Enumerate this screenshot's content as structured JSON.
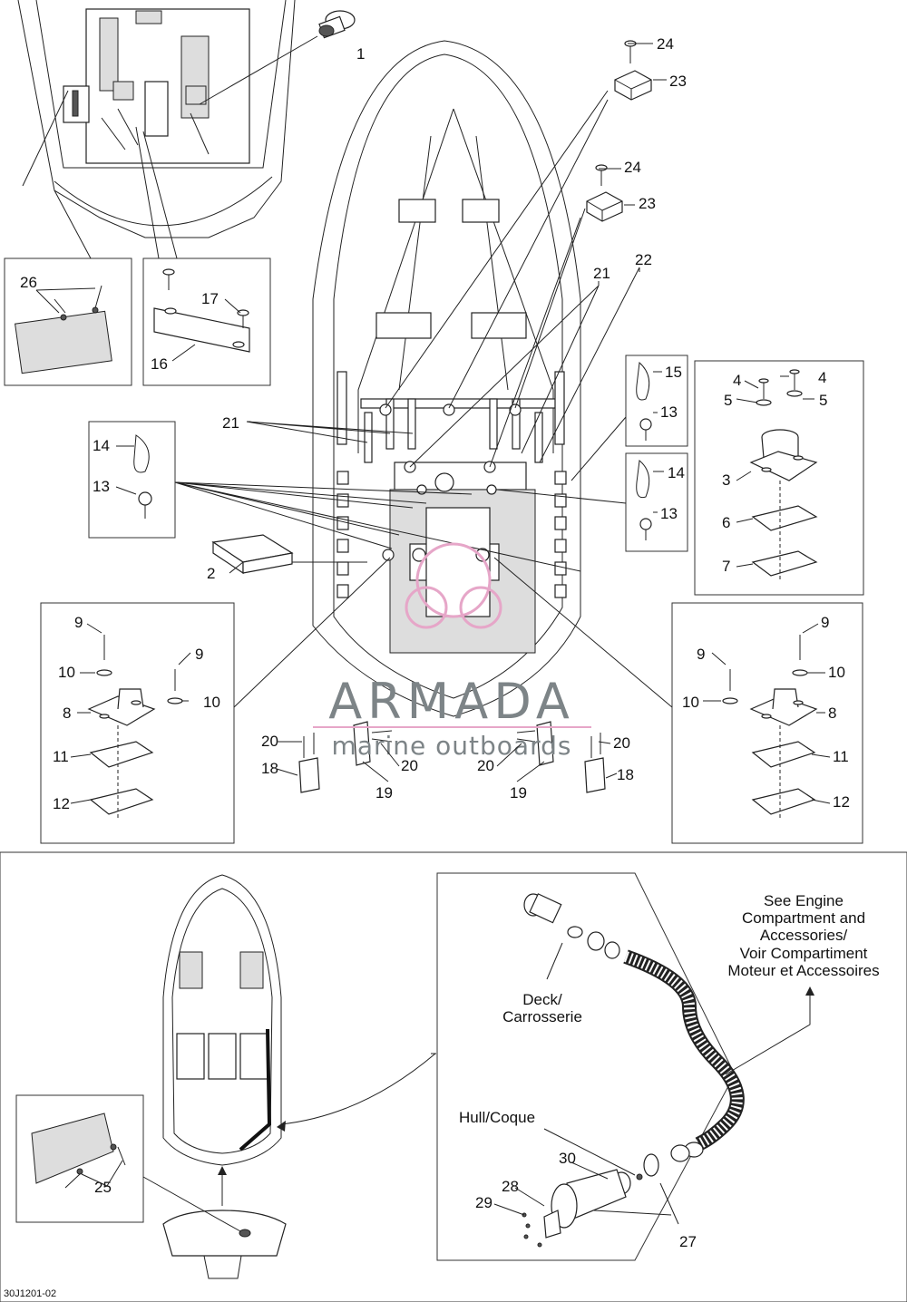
{
  "diagram": {
    "part_numbers": [
      "1",
      "2",
      "3",
      "4",
      "4",
      "5",
      "5",
      "6",
      "7",
      "8",
      "8",
      "9",
      "9",
      "9",
      "9",
      "10",
      "10",
      "10",
      "10",
      "11",
      "11",
      "12",
      "12",
      "13",
      "13",
      "13",
      "14",
      "14",
      "15",
      "16",
      "17",
      "18",
      "18",
      "19",
      "19",
      "20",
      "20",
      "20",
      "20",
      "21",
      "21",
      "22",
      "23",
      "23",
      "24",
      "24",
      "25",
      "26",
      "27",
      "28",
      "29",
      "30"
    ],
    "notes": {
      "deck": "Deck/",
      "carrosserie": "Carrosserie",
      "hull": "Hull/Coque",
      "see_engine_1": "See Engine",
      "see_engine_2": "Compartment and",
      "see_engine_3": "Accessories/",
      "see_engine_4": "Voir Compartiment",
      "see_engine_5": "Moteur et Accessoires"
    },
    "figure_code": "30J1201-02"
  },
  "watermark": {
    "brand": "ARMADA",
    "tagline": "marine outboards",
    "color": "#7d8487",
    "accent": "#e6a6c8"
  }
}
